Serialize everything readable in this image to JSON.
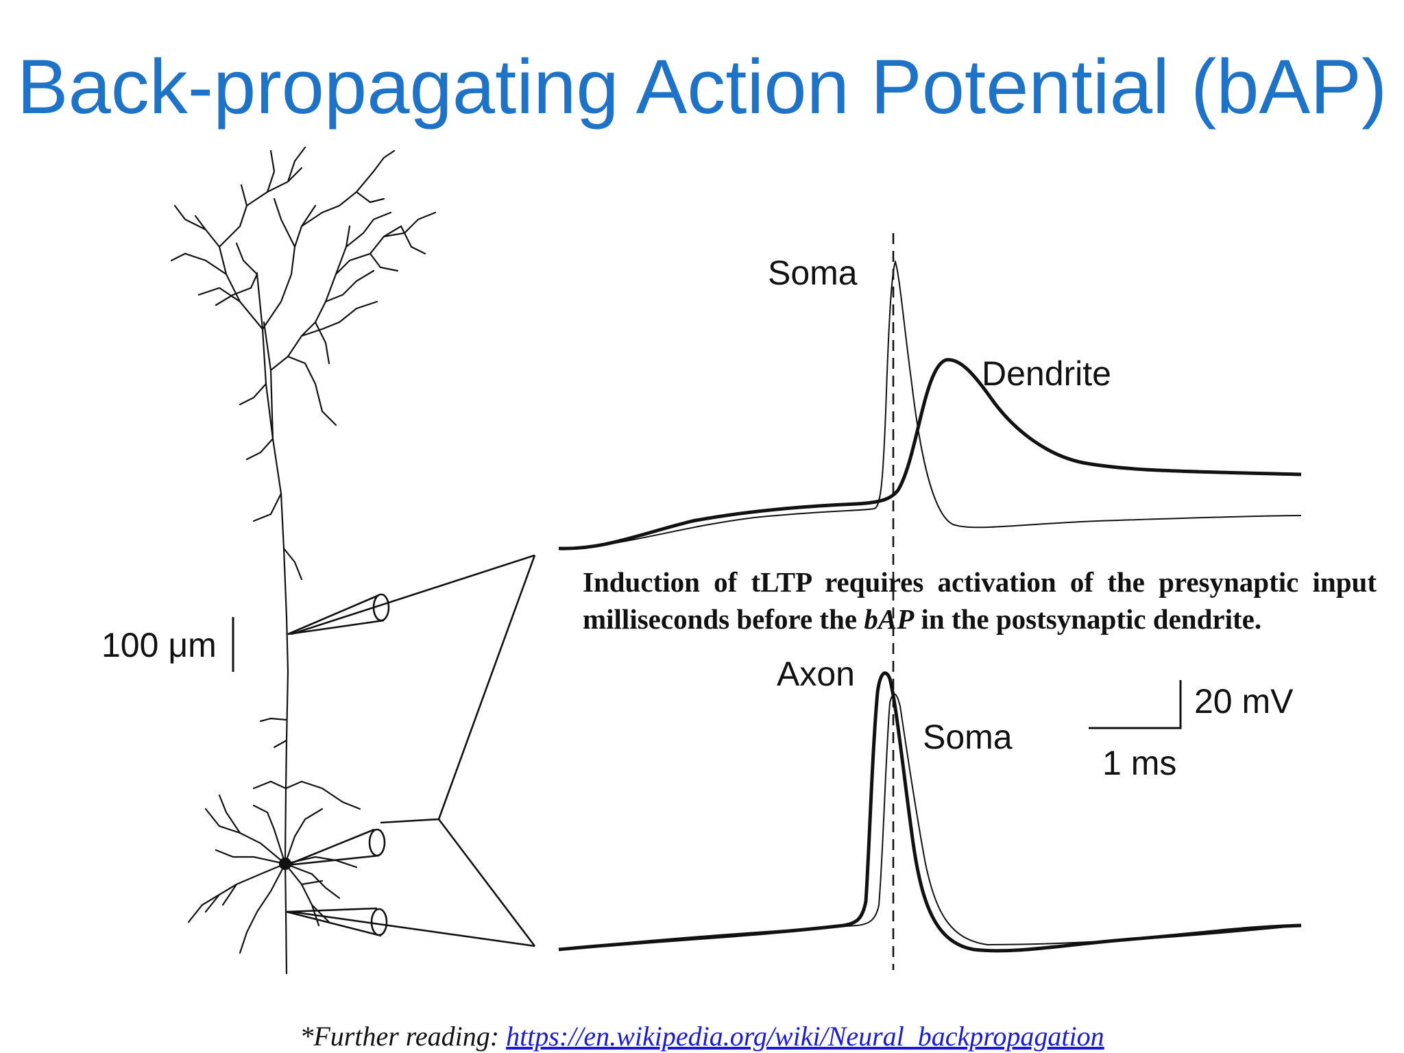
{
  "title": "Back-propagating Action Potential (bAP)",
  "colors": {
    "title": "#1f73c6",
    "link": "#1a1ad6",
    "ink": "#111111"
  },
  "figure": {
    "upper_trace_labels": {
      "soma": "Soma",
      "dendrite": "Dendrite"
    },
    "lower_trace_labels": {
      "axon": "Axon",
      "soma": "Soma"
    },
    "scale_bar_vertical": "20 mV",
    "scale_bar_horizontal": "1 ms",
    "neuron_scale_bar": "100 μm"
  },
  "caption": {
    "before": "Induction of tLTP requires activation of the presynaptic input milliseconds before the ",
    "emphasis": "bAP",
    "after": " in the postsynaptic dendrite."
  },
  "footer": {
    "prefix": "*Further reading: ",
    "link_text": "https://en.wikipedia.org/wiki/Neural_backpropagation"
  }
}
